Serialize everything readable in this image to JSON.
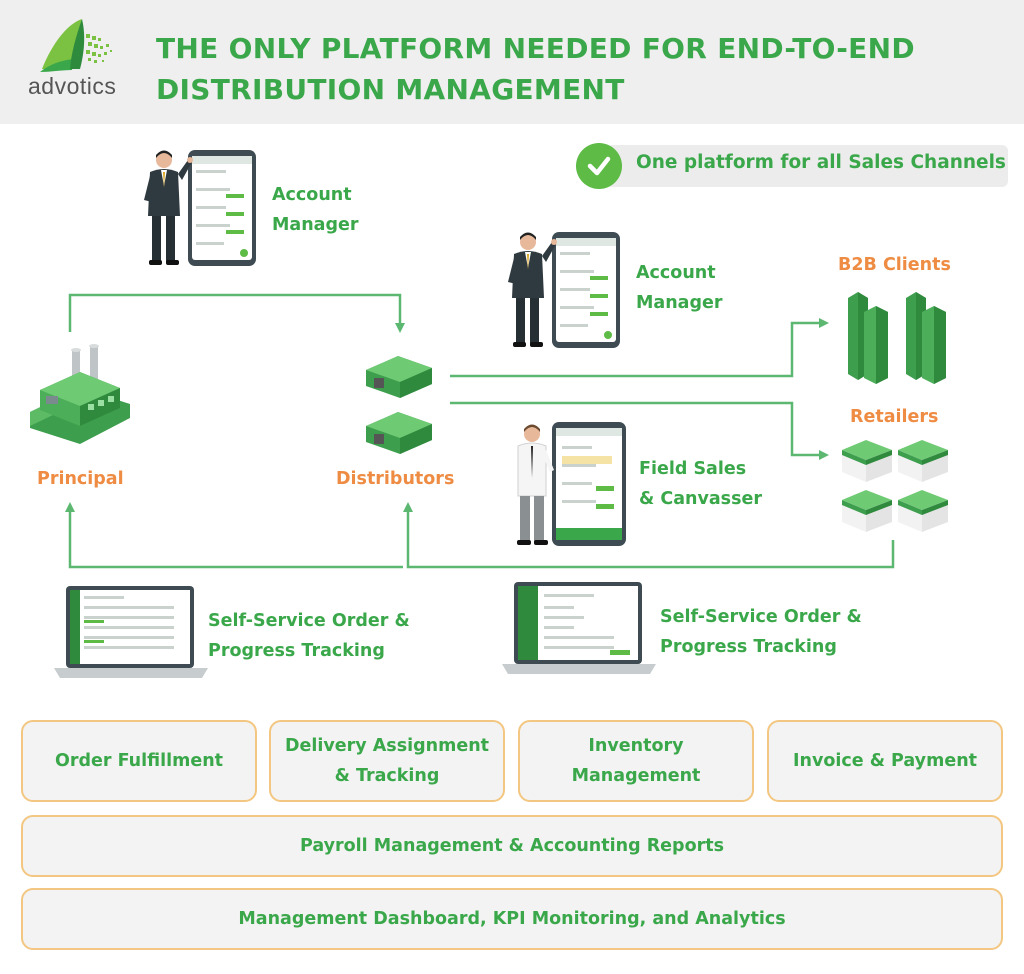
{
  "brand": {
    "logo_text": "advotics"
  },
  "header": {
    "line1": "THE ONLY PLATFORM NEEDED FOR END-TO-END",
    "line2": "DISTRIBUTION MANAGEMENT"
  },
  "badge": {
    "text": "One platform for all Sales Channels"
  },
  "nodes": {
    "principal": "Principal",
    "distributors": "Distributors",
    "b2b_clients": "B2B Clients",
    "retailers": "Retailers"
  },
  "roles": {
    "account_manager_top": {
      "line1": "Account",
      "line2": "Manager"
    },
    "account_manager_mid": {
      "line1": "Account",
      "line2": "Manager"
    },
    "field_sales": {
      "line1": "Field Sales",
      "line2": "& Canvasser"
    },
    "self_service_left": {
      "line1": "Self-Service Order &",
      "line2": "Progress Tracking"
    },
    "self_service_right": {
      "line1": "Self-Service Order &",
      "line2": "Progress Tracking"
    }
  },
  "modules": {
    "order_fulfillment": {
      "line1": "Order Fulfillment"
    },
    "delivery": {
      "line1": "Delivery Assignment",
      "line2": "& Tracking"
    },
    "inventory": {
      "line1": "Inventory",
      "line2": "Management"
    },
    "invoice": {
      "line1": "Invoice & Payment"
    },
    "payroll": {
      "line1": "Payroll Management & Accounting Reports"
    },
    "dashboard": {
      "line1": "Management Dashboard, KPI Monitoring, and Analytics"
    }
  },
  "colors": {
    "brand_green": "#3aa84a",
    "accent_orange": "#ef8c43",
    "box_border": "#f3c781",
    "line_green": "#5cb870"
  }
}
